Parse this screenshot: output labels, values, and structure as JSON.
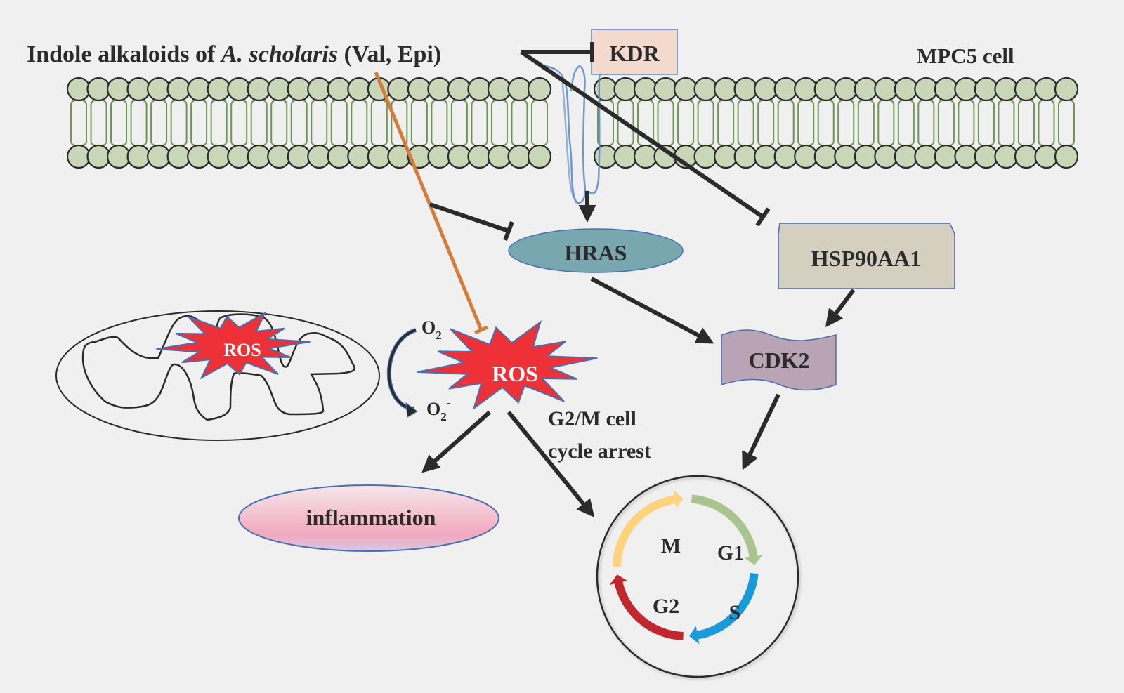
{
  "title": {
    "prefix": "Indole alkaloids of ",
    "species": "A. scholaris",
    "suffix": " (Val, Epi)"
  },
  "cell_label": "MPC5 cell",
  "nodes": {
    "kdr": "KDR",
    "hras": "HRAS",
    "hsp90aa1": "HSP90AA1",
    "cdk2": "CDK2",
    "ros_main": "ROS",
    "ros_mito": "ROS",
    "inflammation": "inflammation",
    "o2": "O",
    "o2_sub": "2",
    "o2minus": "O",
    "o2minus_sub": "2",
    "o2minus_sup": "-"
  },
  "arrest_label": [
    "G2/M cell",
    "cycle arrest"
  ],
  "cell_cycle": {
    "phases": [
      {
        "name": "M",
        "color": "#fdd37e"
      },
      {
        "name": "G1",
        "color": "#a9c48e"
      },
      {
        "name": "S",
        "color": "#1a9ad9"
      },
      {
        "name": "G2",
        "color": "#c0282d"
      }
    ]
  },
  "colors": {
    "background": "#f0f0f0",
    "membrane_head": "#c9d7b8",
    "membrane_tail": "#6f9455",
    "kdr_fill": "#f4d9cd",
    "kdr_border": "#5b87c7",
    "hras_fill": "#78a7b0",
    "hsp_fill": "#d5cfc0",
    "cdk2_fill": "#b9a4b5",
    "ros_fill": "#ee3136",
    "ros_border": "#4a6fb0",
    "inhibit_orange": "#d47d3a",
    "arrow": "#2b2b2b"
  },
  "edges": [
    {
      "from": "alkaloids",
      "to": "kdr",
      "type": "inhibit"
    },
    {
      "from": "alkaloids",
      "to": "hsp90aa1",
      "type": "inhibit"
    },
    {
      "from": "alkaloids",
      "to": "hras",
      "type": "inhibit"
    },
    {
      "from": "alkaloids",
      "to": "ros",
      "type": "inhibit"
    },
    {
      "from": "kdr",
      "to": "hras",
      "type": "activate"
    },
    {
      "from": "hras",
      "to": "cdk2",
      "type": "activate"
    },
    {
      "from": "hsp90aa1",
      "to": "cdk2",
      "type": "activate"
    },
    {
      "from": "cdk2",
      "to": "cell_cycle",
      "type": "activate"
    },
    {
      "from": "ros",
      "to": "inflammation",
      "type": "activate"
    },
    {
      "from": "ros",
      "to": "cell_cycle",
      "type": "activate"
    }
  ]
}
